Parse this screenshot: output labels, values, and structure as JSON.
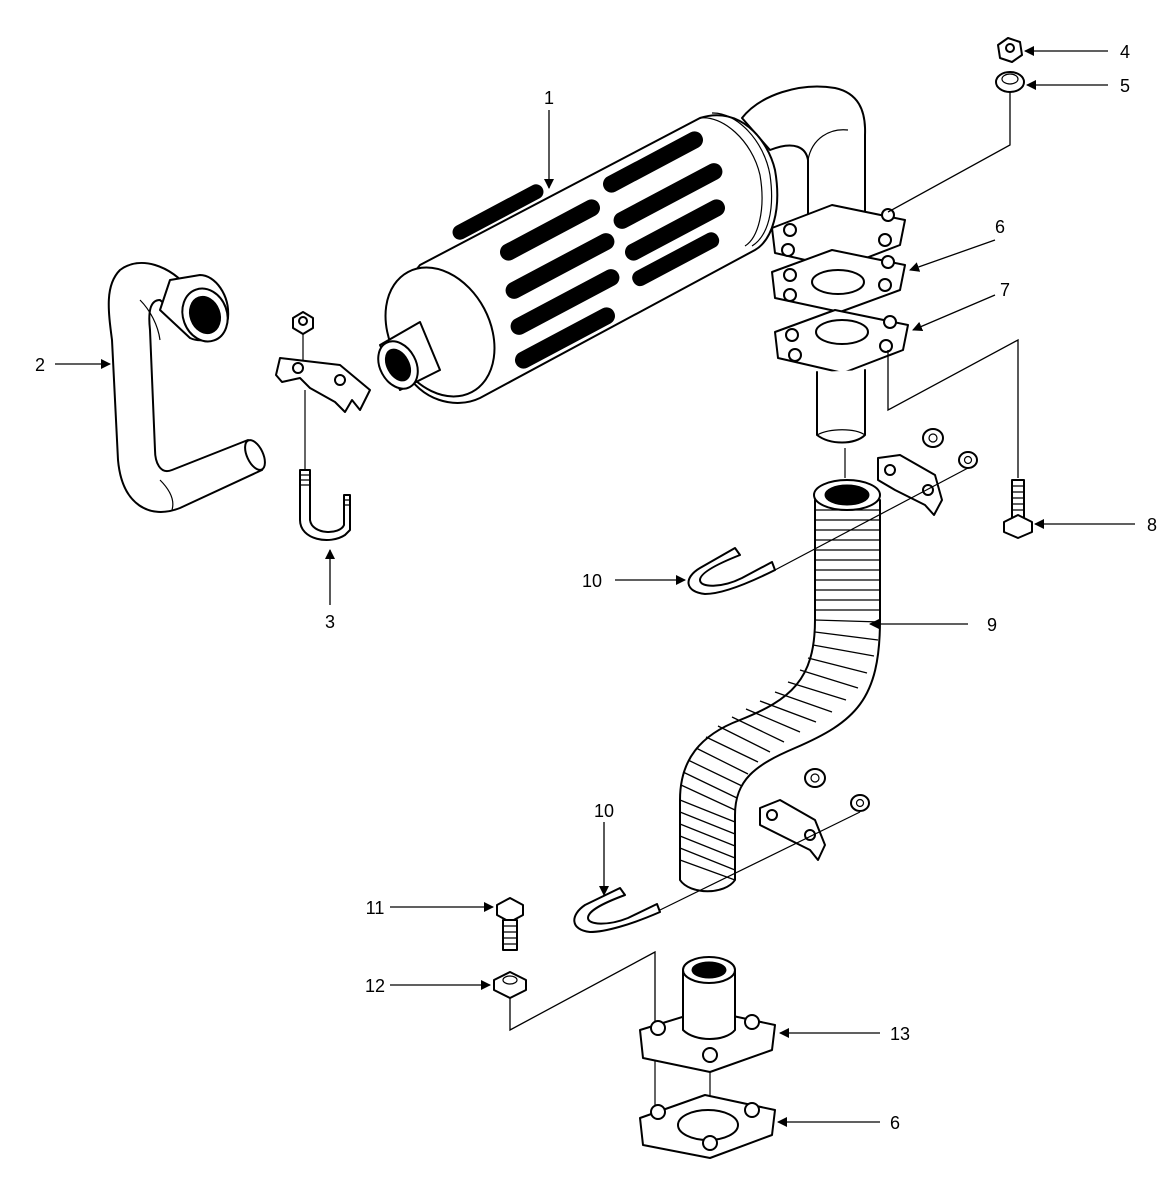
{
  "callouts": {
    "c1": "1",
    "c2": "2",
    "c3": "3",
    "c4": "4",
    "c5": "5",
    "c6a": "6",
    "c7": "7",
    "c8": "8",
    "c9": "9",
    "c10a": "10",
    "c10b": "10",
    "c11": "11",
    "c12": "12",
    "c13": "13",
    "c6b": "6"
  },
  "colors": {
    "ink": "#000000",
    "paper": "#ffffff"
  }
}
